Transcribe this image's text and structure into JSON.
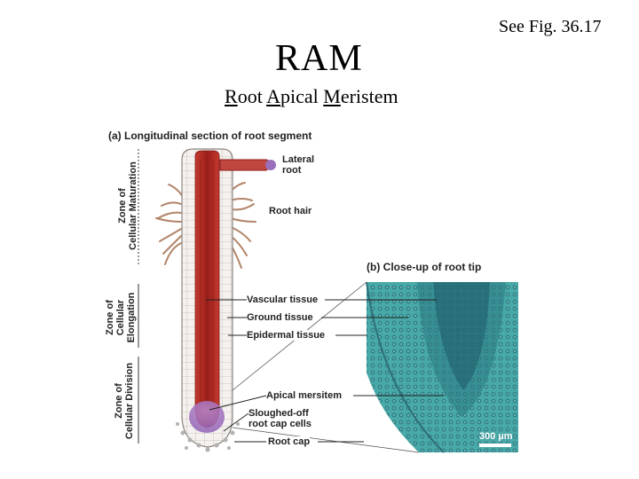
{
  "slide": {
    "title": "RAM",
    "subtitle_parts": [
      "R",
      "oot ",
      "A",
      "pical ",
      "M",
      "eristem"
    ],
    "fig_ref": "See Fig. 36.17"
  },
  "figure": {
    "panel_a_label": "(a) Longitudinal section of root segment",
    "panel_b_label": "(b) Close-up of root tip",
    "zones": {
      "maturation": [
        "Zone of",
        "Cellular Maturation"
      ],
      "elongation": [
        "Zone of",
        "Cellular",
        "Elongation"
      ],
      "division": [
        "Zone of",
        "Cellular Division"
      ]
    },
    "labels": {
      "lateral_root": [
        "Lateral",
        "root"
      ],
      "root_hair": "Root hair",
      "vascular_tissue": "Vascular tissue",
      "ground_tissue": "Ground tissue",
      "epidermal_tissue": "Epidermal tissue",
      "apical_meristem": "Apical mersitem",
      "sloughed_off": [
        "Sloughed-off",
        "root cap cells"
      ],
      "root_cap": "Root cap"
    },
    "scale_bar": "300 µm",
    "colors": {
      "vascular": "#b32a23",
      "micrograph": "#3a9ea0",
      "root_body": "#f2eeea"
    }
  }
}
